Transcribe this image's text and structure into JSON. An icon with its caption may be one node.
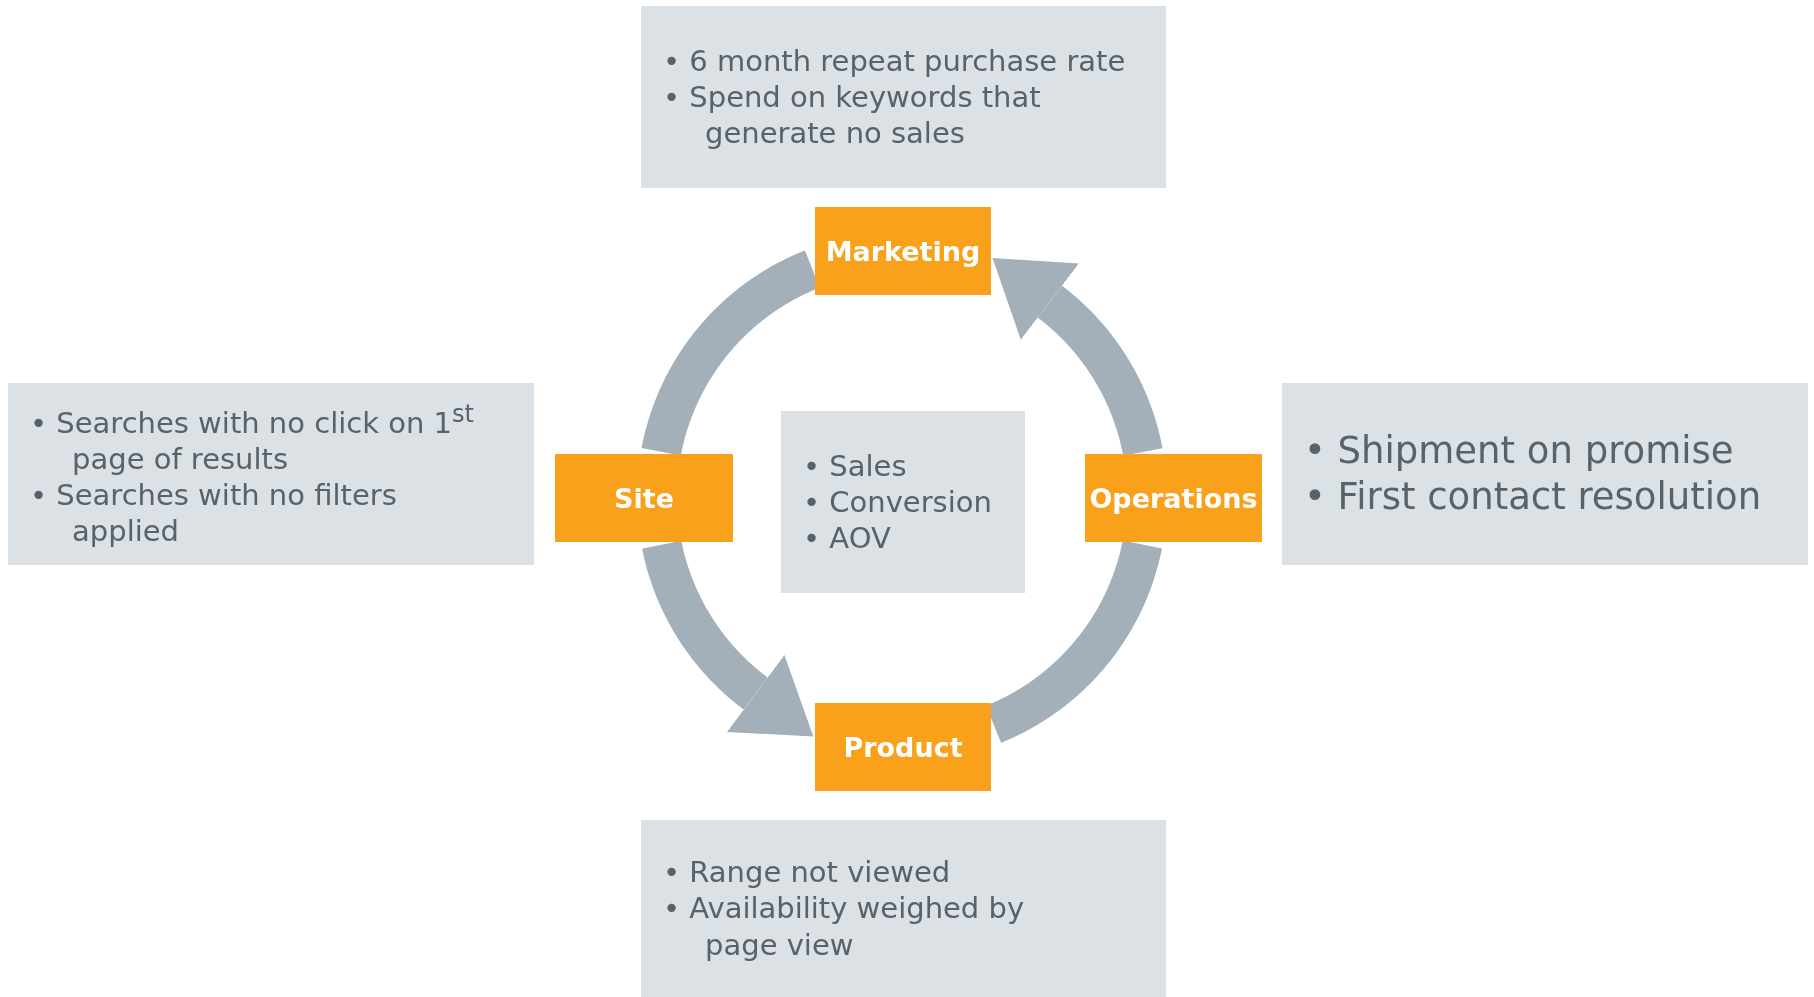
{
  "diagram": {
    "nodes": [
      {
        "text": [
          "• 6 month repeat purchase rate",
          "• Spend on keywords that generate no sales"
        ]
      },
      {
        "text": [
          "Marketing"
        ]
      },
      {
        "text": [
          "• Searches with no click on 1$^{st}$ page of results",
          "• Searches with no filters applied"
        ]
      },
      {
        "text": [
          "Site"
        ]
      },
      {
        "text": [
          "• Sales",
          "• Conversion",
          "• AOV"
        ]
      },
      {
        "text": [
          "Operations"
        ]
      },
      {
        "text": [
          "• Shipment on promise",
          "• First contact resolution"
        ]
      },
      {
        "text": [
          "Product"
        ]
      },
      {
        "text": [
          "• Range not viewed",
          "• Availability weighed by page view"
        ]
      }
    ],
    "edges": [
      {
        "from": 1,
        "to": 3,
        "arrow": "none"
      },
      {
        "from": 3,
        "to": 7,
        "arrow": "to"
      },
      {
        "from": 7,
        "to": 5,
        "arrow": "none"
      },
      {
        "from": 5,
        "to": 1,
        "arrow": "to"
      }
    ]
  }
}
